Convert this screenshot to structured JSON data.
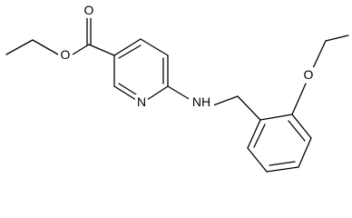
{
  "molecule": {
    "atoms": {
      "carbonyl_o": "O",
      "ester_o": "O",
      "methoxy_o": "O",
      "ring_n": "N",
      "amine": "NH"
    }
  },
  "colors": {
    "bond": "#000000",
    "label": "#000000",
    "background": "#ffffff"
  }
}
